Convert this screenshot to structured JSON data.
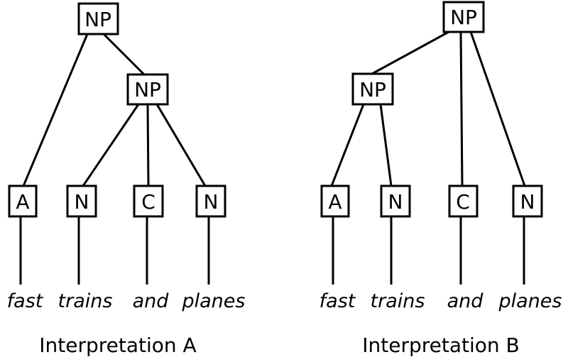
{
  "colors": {
    "line": "#000000",
    "background": "#ffffff",
    "text": "#000000"
  },
  "diagram": {
    "phrase": "fast trains and planes",
    "tree_a": {
      "caption": "Interpretation A",
      "root_label": "NP",
      "inner_label": "NP",
      "leaf_labels": [
        "A",
        "N",
        "C",
        "N"
      ],
      "words": [
        "fast",
        "trains",
        "and",
        "planes"
      ],
      "edges": [
        "NP(root) - A",
        "NP(root) - NP(inner)",
        "NP(inner) - N",
        "NP(inner) - C",
        "NP(inner) - N",
        "A - fast",
        "N - trains",
        "C - and",
        "N - planes"
      ]
    },
    "tree_b": {
      "caption": "Interpretation B",
      "root_label": "NP",
      "inner_label": "NP",
      "leaf_labels": [
        "A",
        "N",
        "C",
        "N"
      ],
      "words": [
        "fast",
        "trains",
        "and",
        "planes"
      ],
      "edges": [
        "NP(root) - NP(inner)",
        "NP(root) - C",
        "NP(root) - N",
        "NP(inner) - A",
        "NP(inner) - N",
        "A - fast",
        "N - trains",
        "C - and",
        "N - planes"
      ]
    }
  }
}
